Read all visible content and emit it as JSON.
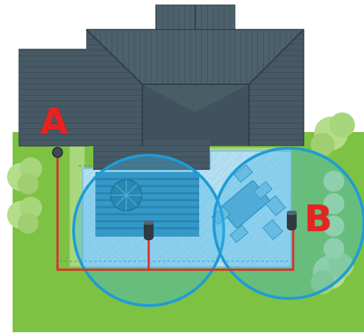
{
  "markers": [
    {
      "id": "A",
      "label": "A"
    },
    {
      "id": "B",
      "label": "B"
    }
  ],
  "colors": {
    "lawn": "#7dc243",
    "lawn_edge": "#6fb13a",
    "roof_dark": "#3c4f5a",
    "roof_mid": "#4a5d68",
    "roof_light": "#566a75",
    "patio": "#a8d8ee",
    "coverage_fill": "rgba(64,180,230,0.35)",
    "coverage_stroke": "#1f9bd6",
    "cable": "#e02b2b",
    "label": "#e52421",
    "shrub": "#9bcf6a"
  }
}
